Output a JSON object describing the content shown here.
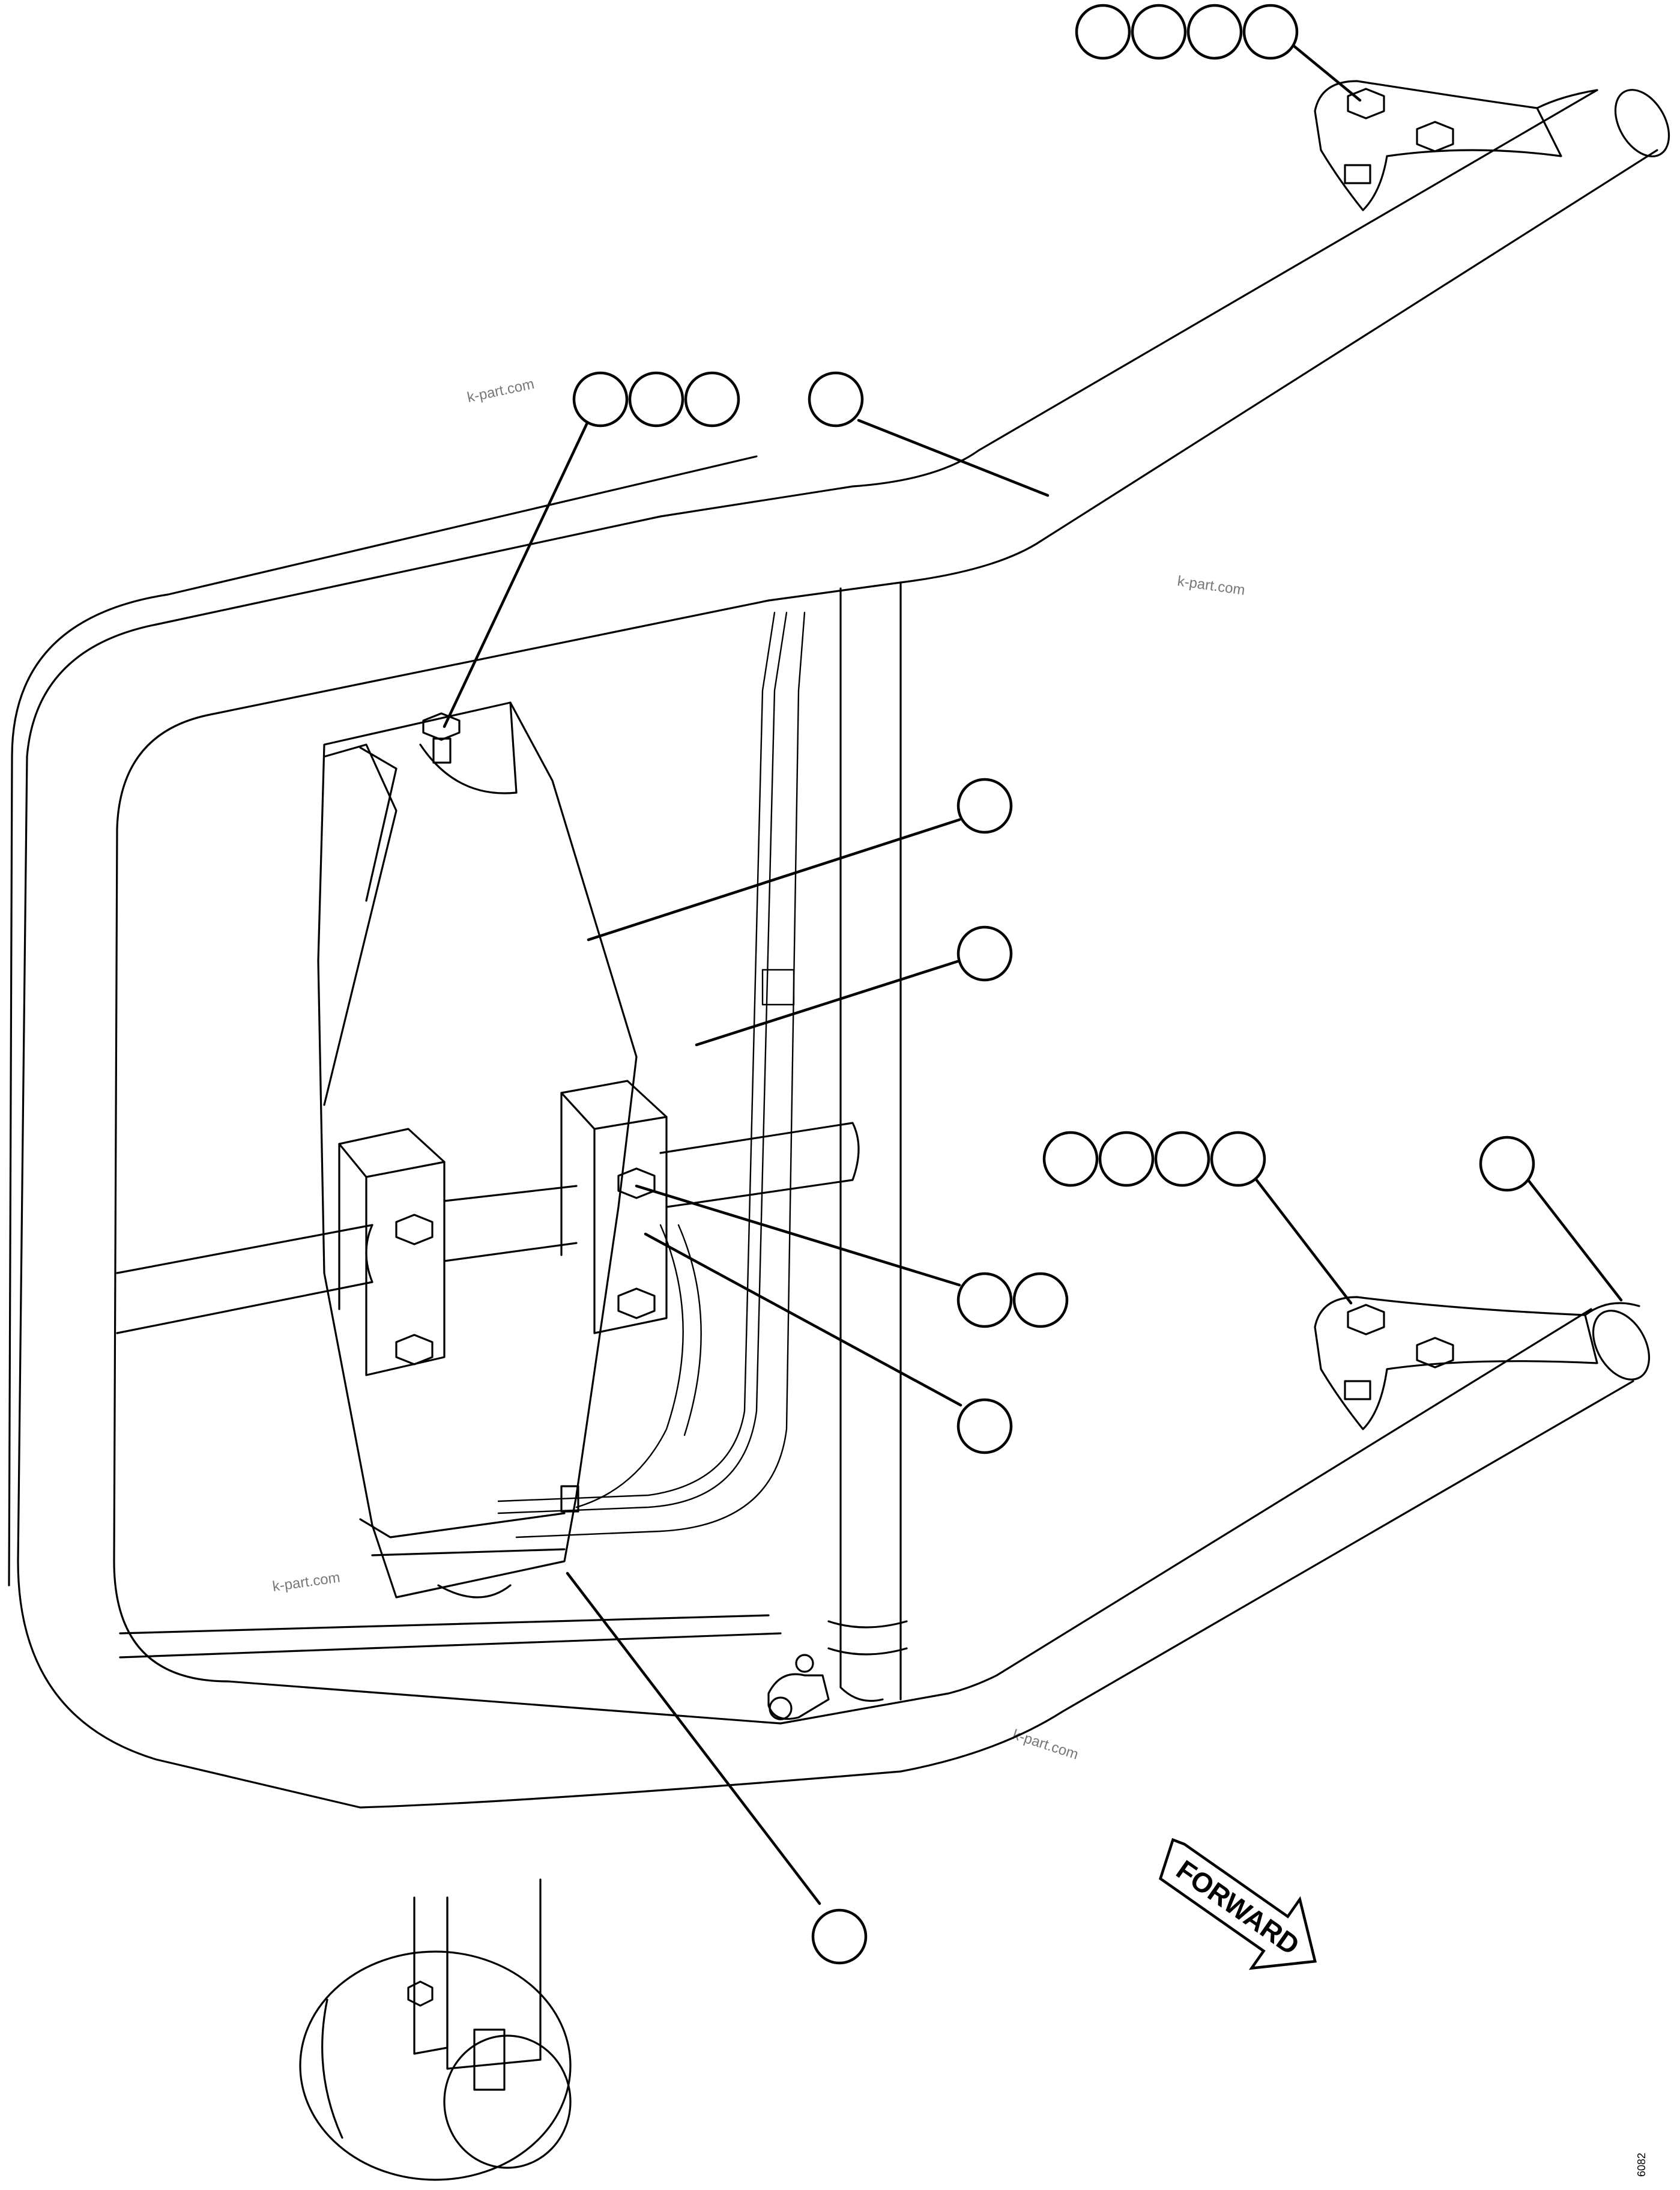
{
  "watermark_text": "k-part.com",
  "direction_label": "FORWARD",
  "drawing_code": "6082",
  "callout_groups": [
    {
      "name": "top-right-bolt-group",
      "count": 4
    },
    {
      "name": "upper-left-bolt-group",
      "count": 3
    },
    {
      "name": "rail-group",
      "count": 1
    },
    {
      "name": "mirror-group",
      "count": 1
    },
    {
      "name": "mirror-back-group",
      "count": 1
    },
    {
      "name": "lower-right-bolt-group",
      "count": 4
    },
    {
      "name": "right-end-group",
      "count": 1
    },
    {
      "name": "clamp-bolt-group",
      "count": 2
    },
    {
      "name": "clamp-group",
      "count": 1
    },
    {
      "name": "bottom-group",
      "count": 1
    }
  ]
}
